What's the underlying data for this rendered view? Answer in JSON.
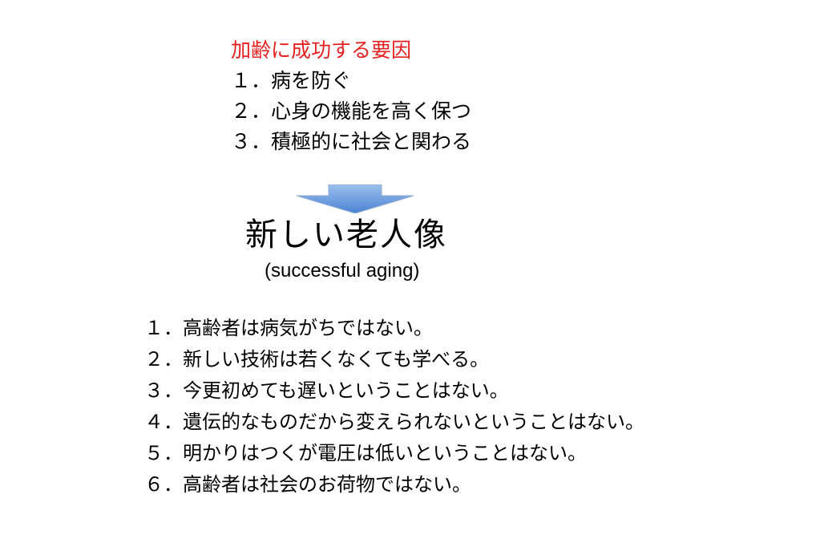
{
  "factors": {
    "heading": "加齢に成功する要因",
    "items": [
      "１．病を防ぐ",
      "２．心身の機能を高く保つ",
      "３．積極的に社会と関わる"
    ]
  },
  "arrow": {
    "icon": "down-arrow-icon",
    "color": "#6e9fdc"
  },
  "title": {
    "main": "新しい老人像",
    "sub": "(successful aging)"
  },
  "myths": [
    "１．高齢者は病気がちではない。",
    "２．新しい技術は若くなくても学べる。",
    "３．今更初めても遅いということはない。",
    "４．遺伝的なものだから変えられないということはない。",
    "５．明かりはつくが電圧は低いということはない。",
    "６．高齢者は社会のお荷物ではない。"
  ],
  "colors": {
    "heading": "#e8201f",
    "text": "#000000"
  }
}
